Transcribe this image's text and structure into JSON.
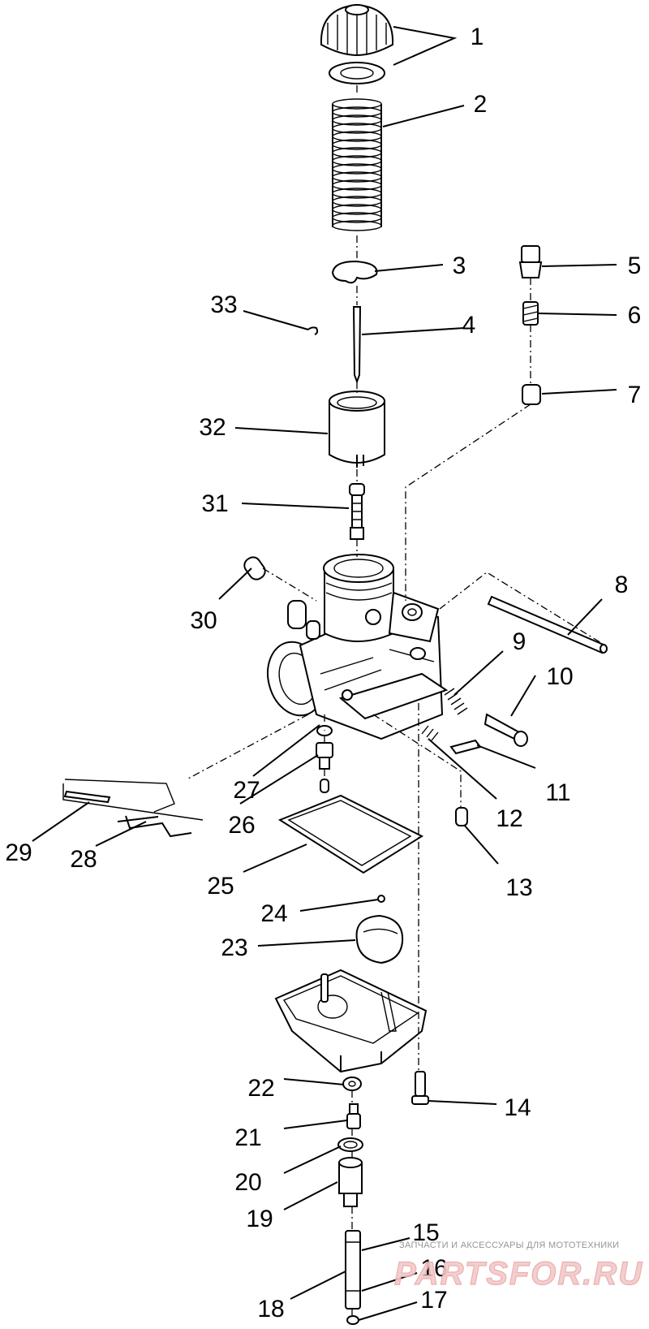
{
  "diagram": {
    "callouts": [
      "1",
      "2",
      "3",
      "4",
      "5",
      "6",
      "7",
      "8",
      "9",
      "10",
      "11",
      "12",
      "13",
      "14",
      "15",
      "16",
      "17",
      "18",
      "19",
      "20",
      "21",
      "22",
      "23",
      "24",
      "25",
      "26",
      "27",
      "28",
      "29",
      "30",
      "31",
      "32",
      "33"
    ]
  },
  "watermark": {
    "caption": "ЗАПЧАСТИ И АКСЕССУАРЫ ДЛЯ МОТОТЕХНИКИ",
    "brand": "PARTSFOR.RU"
  }
}
